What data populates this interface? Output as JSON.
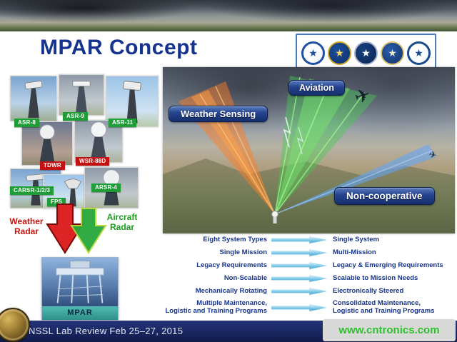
{
  "slide": {
    "title": "MPAR Concept",
    "footer_text": "NSSL Lab Review Feb 25–27, 2015",
    "watermark_text": "www.cntronics.com"
  },
  "colors": {
    "title_blue": "#16338f",
    "radar_label_green": "#1f9e38",
    "radar_label_red": "#c41212",
    "weather_text_red": "#cc1111",
    "aircraft_text_green": "#1a9c1a",
    "pill_navy": "#24418c",
    "footer_navy": "#18255e",
    "watermark_green": "#2fbf2f",
    "transition_arrow_blue": "#5fb6e0"
  },
  "radar_labels": {
    "asr8": "ASR-8",
    "asr9": "ASR-9",
    "asr11": "ASR-11",
    "tdwr": "TDWR",
    "wsr88d": "WSR-88D",
    "carsr": "CARSR-1/2/3",
    "arsr4": "ARSR-4",
    "fps": "FPS"
  },
  "funnel": {
    "weather_label": "Weather\nRadar",
    "aircraft_label": "Aircraft\nRadar",
    "mpar_label": "MPAR"
  },
  "scene_labels": {
    "aviation": "Aviation",
    "weather_sensing": "Weather Sensing",
    "non_cooperative": "Non-cooperative"
  },
  "icons": {
    "airplane": "✈",
    "seal_glyph": "★",
    "agency_seals": [
      "DOT seal",
      "FAA seal",
      "DoD seal",
      "Navy seal",
      "DHS seal"
    ]
  },
  "transitions": [
    {
      "from": "Eight System Types",
      "to": "Single System"
    },
    {
      "from": "Single Mission",
      "to": "Multi-Mission"
    },
    {
      "from": "Legacy Requirements",
      "to": "Legacy & Emerging Requirements"
    },
    {
      "from": "Non-Scalable",
      "to": "Scalable to Mission Needs"
    },
    {
      "from": "Mechanically Rotating",
      "to": "Electronically Steered"
    },
    {
      "from": "Multiple Maintenance,\nLogistic and Training Programs",
      "to": "Consolidated Maintenance,\nLogistic and Training Programs"
    }
  ]
}
